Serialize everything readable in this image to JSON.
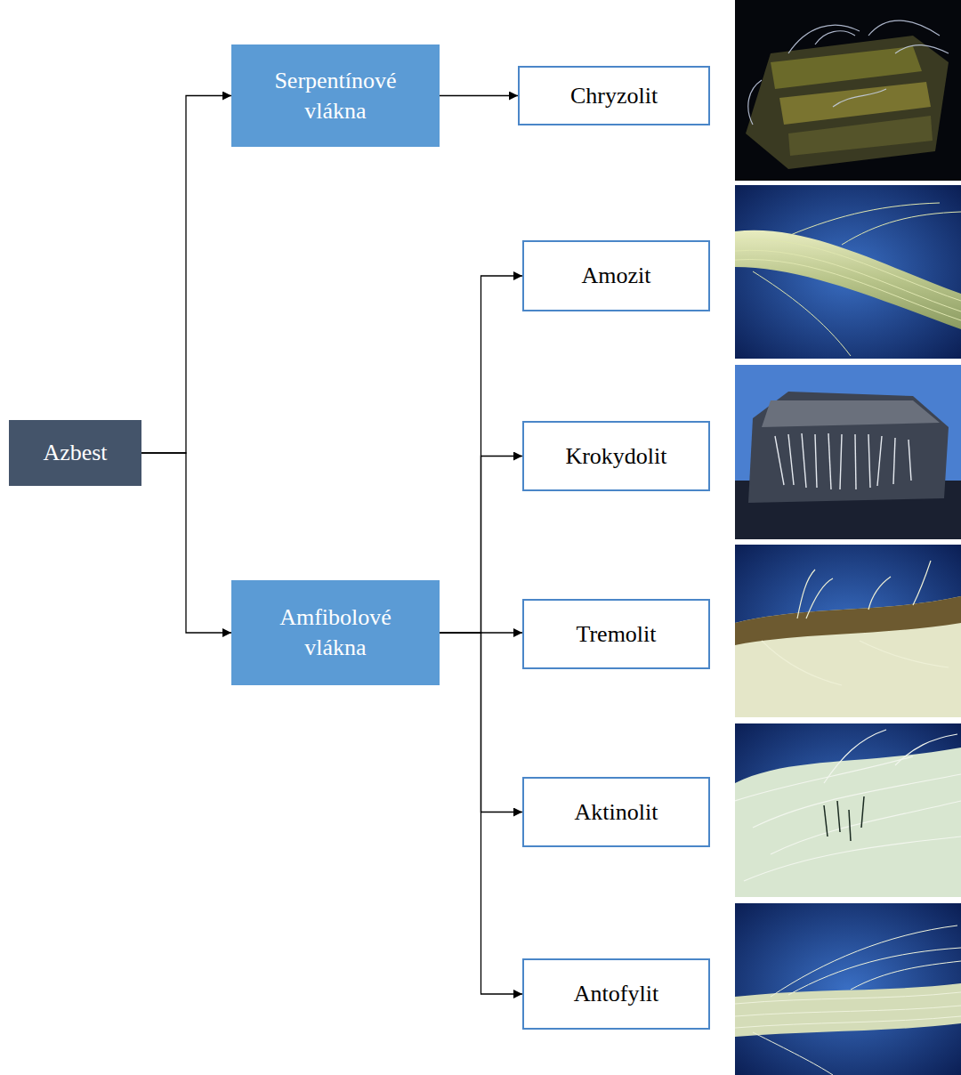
{
  "diagram": {
    "nodes": [
      {
        "text": [
          "Azbest"
        ]
      },
      {
        "text": [
          "Serpentínové vlákna"
        ]
      },
      {
        "text": [
          "Chryzolit"
        ]
      },
      {
        "text": [
          "Amfibolové vlákna"
        ]
      },
      {
        "text": [
          "Amozit"
        ]
      },
      {
        "text": [
          "Krokydolit"
        ]
      },
      {
        "text": [
          "Tremolit"
        ]
      },
      {
        "text": [
          "Aktinolit"
        ]
      },
      {
        "text": [
          "Antofylit"
        ]
      }
    ],
    "edges": [
      {
        "from": 0,
        "to": 1,
        "arrow": "to"
      },
      {
        "from": 0,
        "to": 3,
        "arrow": "to"
      },
      {
        "from": 1,
        "to": 2,
        "arrow": "to"
      },
      {
        "from": 3,
        "to": 4,
        "arrow": "to"
      },
      {
        "from": 3,
        "to": 5,
        "arrow": "to"
      },
      {
        "from": 3,
        "to": 6,
        "arrow": "to"
      },
      {
        "from": 3,
        "to": 7,
        "arrow": "to"
      },
      {
        "from": 3,
        "to": 8,
        "arrow": "to"
      }
    ]
  }
}
